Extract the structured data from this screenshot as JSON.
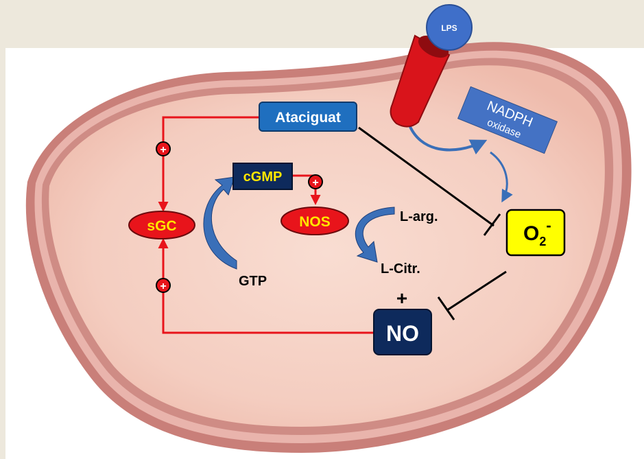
{
  "nodes": {
    "lps": "LPS",
    "ataciguat": "Ataciguat",
    "nadph_line1": "NADPH",
    "nadph_line2": "oxidase",
    "cgmp": "cGMP",
    "sgc": "sGC",
    "nos": "NOS",
    "l_arg": "L-arg.",
    "l_citr": "L-Citr.",
    "gtp": "GTP",
    "plus_sign": "+",
    "no": "NO",
    "superoxide_base": "O",
    "superoxide_sub": "2",
    "superoxide_sup": "-"
  },
  "activation_badges": {
    "symbol": "+",
    "items": [
      "ataciguat-to-sgc",
      "cgmp-to-nos",
      "no-to-sgc"
    ]
  },
  "colors": {
    "page_background": "#ede8dc",
    "cell_membrane": "#c97f79",
    "cytoplasm": "#f4cdc0",
    "activation_arrow": "#e8141b",
    "inhibition_line": "#000000",
    "box_blue": "#1f6fbf",
    "box_navy": "#0e2a5c",
    "node_red": "#e8141b",
    "text_yellow": "#ffe600",
    "superoxide_fill": "#ffff00",
    "flow_arrow_blue": "#3a6fb8",
    "lps_receptor": "#d9141b",
    "lps_head": "#3f6fc9"
  }
}
